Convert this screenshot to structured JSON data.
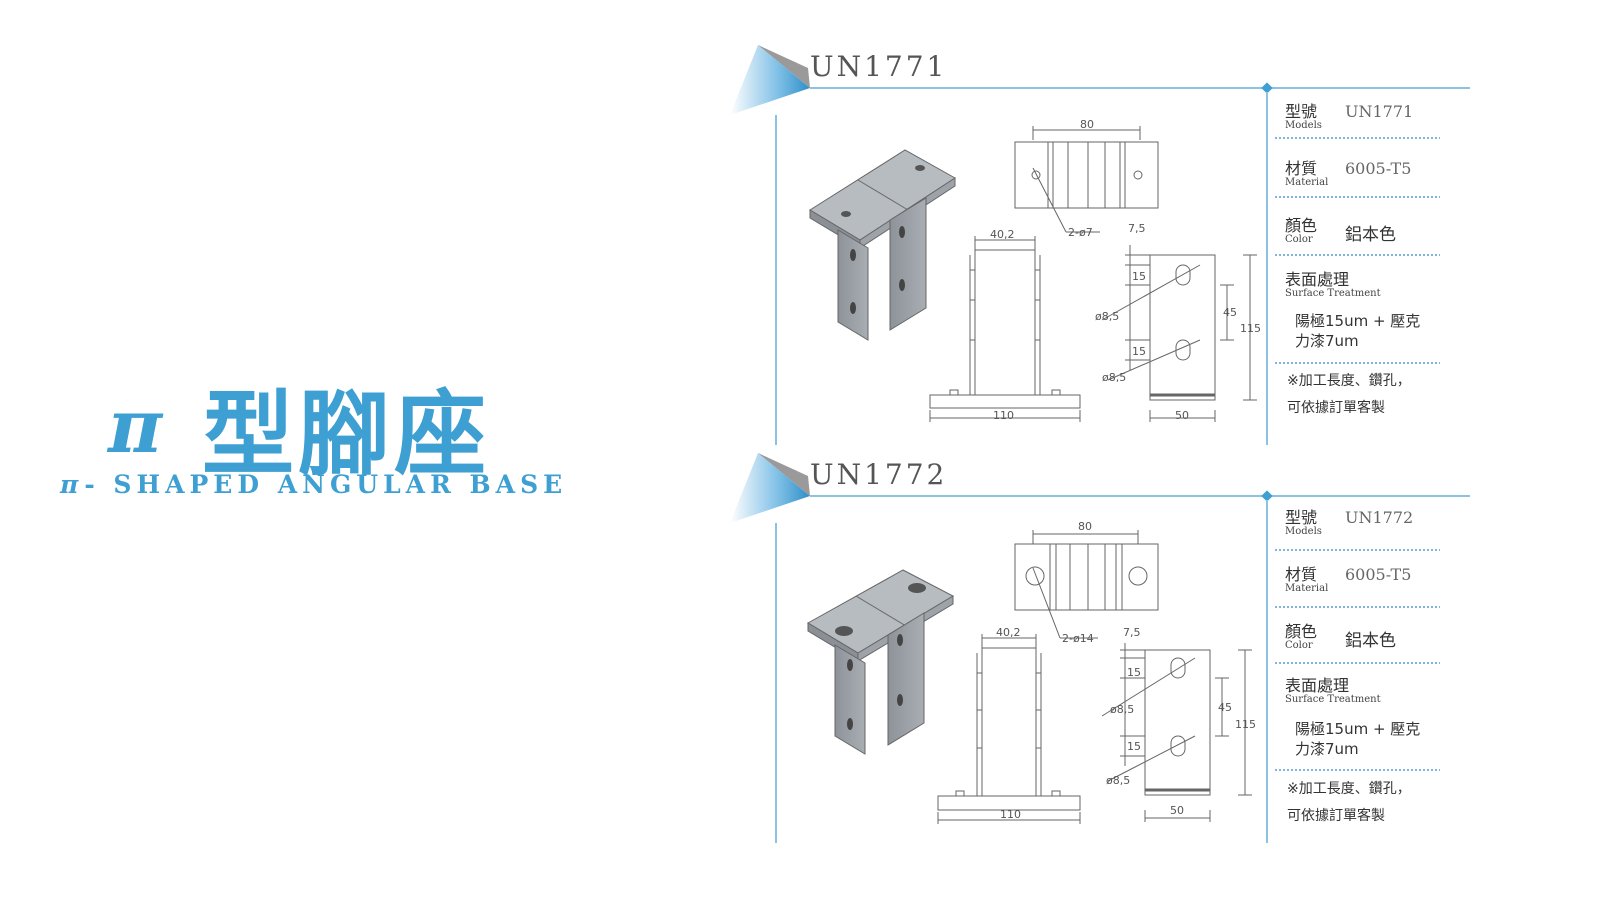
{
  "heading": {
    "pi_symbol": "π",
    "title_cn": "型腳座",
    "title_en_symbol": "π",
    "title_en": "- SHAPED  ANGULAR  BASE"
  },
  "colors": {
    "accent": "#3d9fd2",
    "line": "#7fb6da",
    "drawing": "#666666",
    "part_fill": "#9aa0a6"
  },
  "products": [
    {
      "model_title": "UN1771",
      "dims": {
        "top_width": "80",
        "hole_note": "2-ø7",
        "side_width": "40,2",
        "base_width": "110",
        "slot_top": "7,5",
        "slot1_height": "15",
        "slot_dia_1": "ø8,5",
        "pitch": "45",
        "total_height": "115",
        "slot2_height": "15",
        "slot_dia_2": "ø8,5",
        "plate_width": "50"
      },
      "specs": {
        "model_label_cn": "型號",
        "model_label_en": "Models",
        "model_value": "UN1771",
        "material_label_cn": "材質",
        "material_label_en": "Material",
        "material_value": "6005-T5",
        "color_label_cn": "顏色",
        "color_label_en": "Color",
        "color_value": "鋁本色",
        "surface_label_cn": "表面處理",
        "surface_label_en": "Surface Treatment",
        "surface_value_1": "陽極15um + 壓克",
        "surface_value_2": "力漆7um",
        "note_1": "※加工長度、鑽孔，",
        "note_2": "可依據訂單客製"
      }
    },
    {
      "model_title": "UN1772",
      "dims": {
        "top_width": "80",
        "hole_note": "2-ø14",
        "side_width": "40,2",
        "base_width": "110",
        "slot_top": "7,5",
        "slot1_height": "15",
        "slot_dia_1": "ø8,5",
        "pitch": "45",
        "total_height": "115",
        "slot2_height": "15",
        "slot_dia_2": "ø8,5",
        "plate_width": "50"
      },
      "specs": {
        "model_label_cn": "型號",
        "model_label_en": "Models",
        "model_value": "UN1772",
        "material_label_cn": "材質",
        "material_label_en": "Material",
        "material_value": "6005-T5",
        "color_label_cn": "顏色",
        "color_label_en": "Color",
        "color_value": "鋁本色",
        "surface_label_cn": "表面處理",
        "surface_label_en": "Surface Treatment",
        "surface_value_1": "陽極15um + 壓克",
        "surface_value_2": "力漆7um",
        "note_1": "※加工長度、鑽孔，",
        "note_2": "可依據訂單客製"
      }
    }
  ]
}
